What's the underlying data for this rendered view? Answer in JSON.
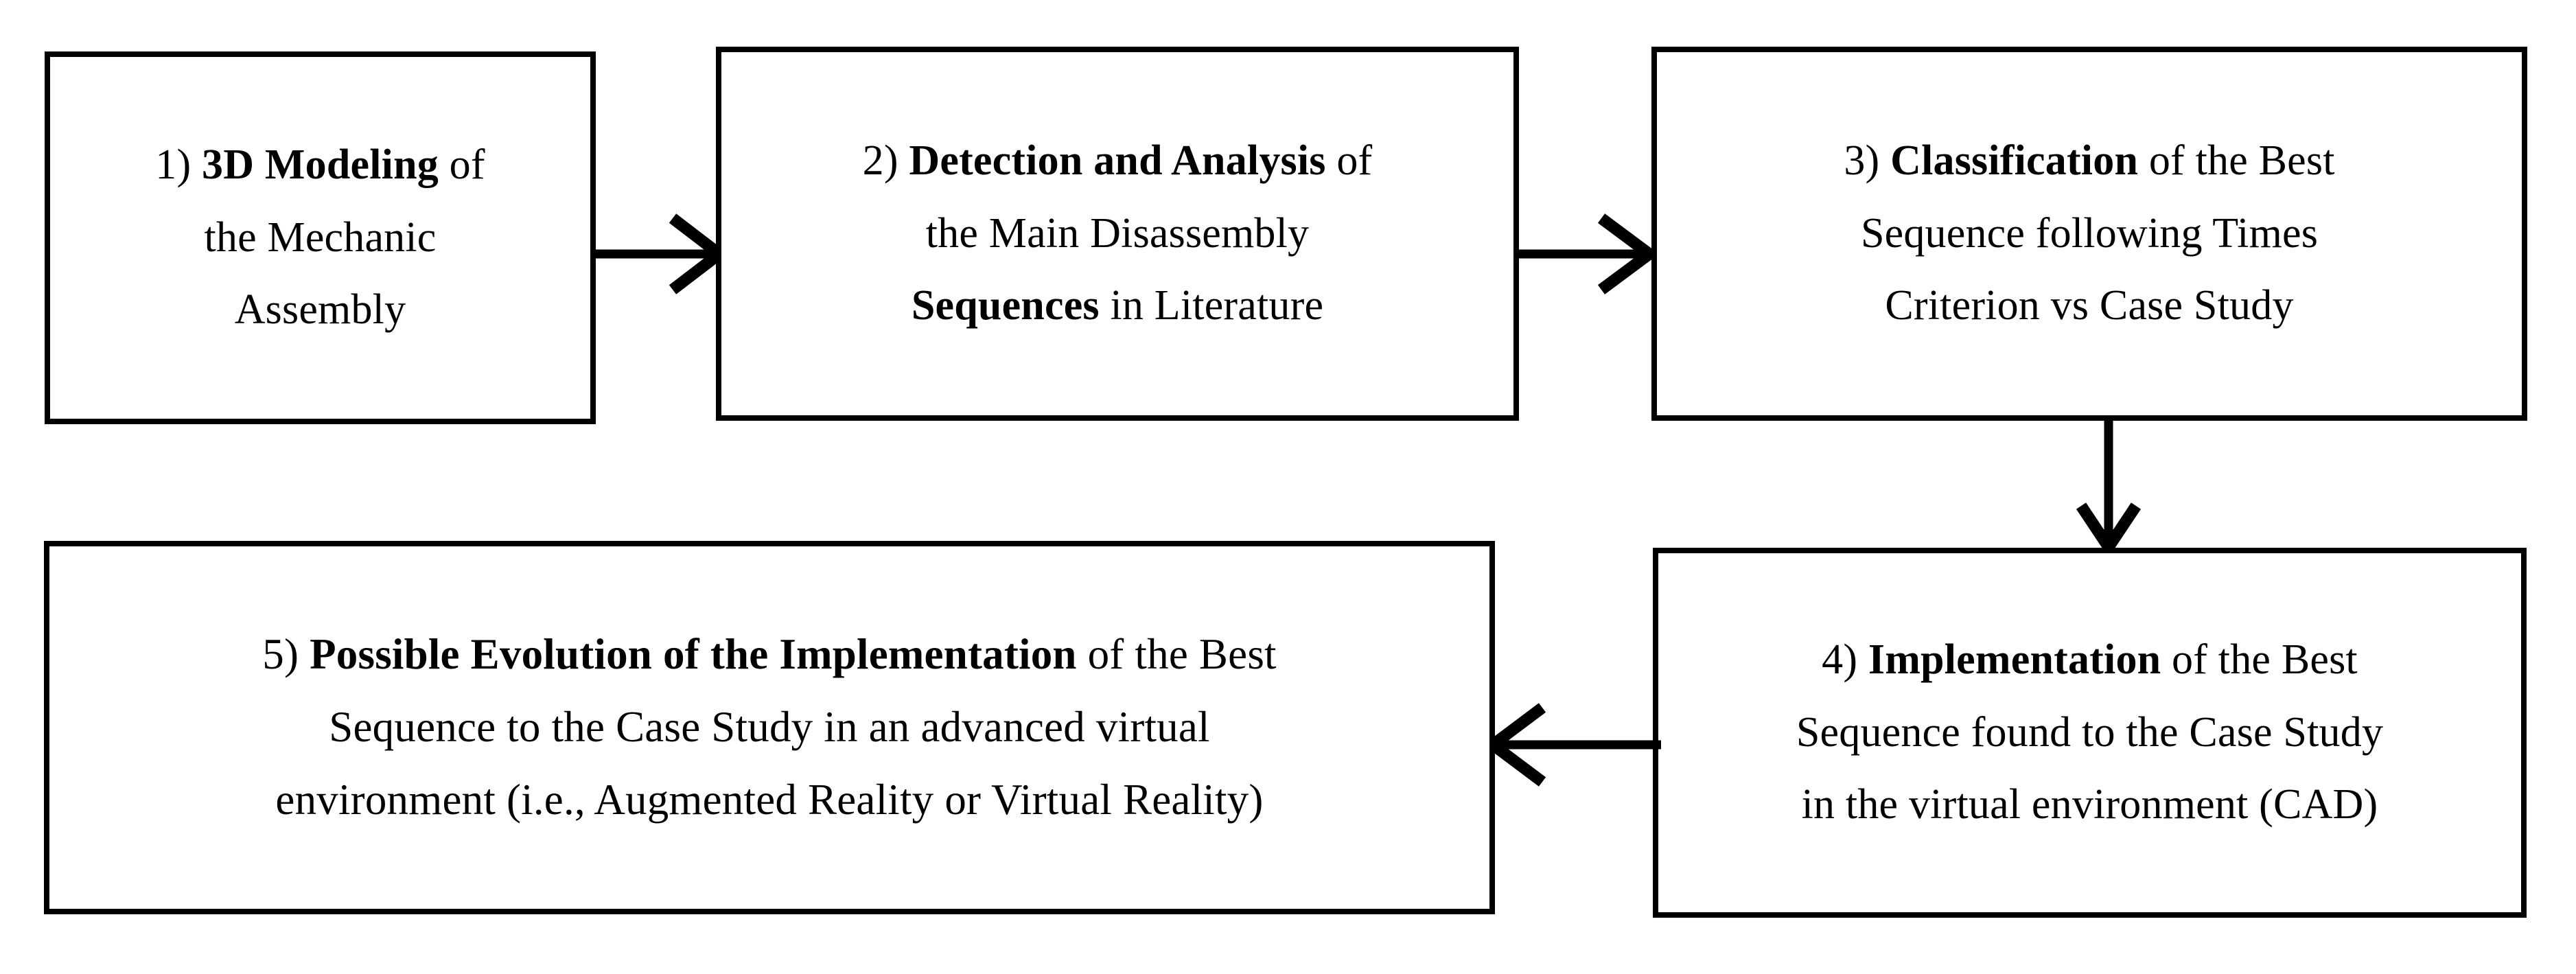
{
  "diagram": {
    "type": "flowchart",
    "orientation": "serpentine-2-rows",
    "background_color": "#ffffff",
    "stroke_color": "#000000",
    "nodes": [
      {
        "id": "node-1",
        "step_number": "1)",
        "full_text": "1) 3D Modeling of the Mechanic Assembly",
        "lines": [
          {
            "segments": [
              {
                "text": "1) ",
                "bold": false
              },
              {
                "text": "3D Modeling",
                "bold": true
              },
              {
                "text": " of",
                "bold": false
              }
            ]
          },
          {
            "segments": [
              {
                "text": "the Mechanic",
                "bold": false
              }
            ]
          },
          {
            "segments": [
              {
                "text": "Assembly",
                "bold": false
              }
            ]
          }
        ]
      },
      {
        "id": "node-2",
        "step_number": "2)",
        "full_text": "2) Detection and Analysis of the Main Disassembly Sequences in Literature",
        "lines": [
          {
            "segments": [
              {
                "text": "2) ",
                "bold": false
              },
              {
                "text": "Detection and Analysis",
                "bold": true
              },
              {
                "text": " of",
                "bold": false
              }
            ]
          },
          {
            "segments": [
              {
                "text": "the Main Disassembly",
                "bold": false
              }
            ]
          },
          {
            "segments": [
              {
                "text": "Sequences",
                "bold": true
              },
              {
                "text": " in Literature",
                "bold": false
              }
            ]
          }
        ]
      },
      {
        "id": "node-3",
        "step_number": "3)",
        "full_text": "3) Classification of the Best Sequence following Times Criterion vs Case Study",
        "lines": [
          {
            "segments": [
              {
                "text": "3) ",
                "bold": false
              },
              {
                "text": "Classification",
                "bold": true
              },
              {
                "text": " of the Best",
                "bold": false
              }
            ]
          },
          {
            "segments": [
              {
                "text": "Sequence following Times",
                "bold": false
              }
            ]
          },
          {
            "segments": [
              {
                "text": "Criterion vs Case Study",
                "bold": false
              }
            ]
          }
        ]
      },
      {
        "id": "node-4",
        "step_number": "4)",
        "full_text": "4) Implementation of the Best Sequence found to the Case Study in the virtual environment (CAD)",
        "lines": [
          {
            "segments": [
              {
                "text": "4) ",
                "bold": false
              },
              {
                "text": "Implementation",
                "bold": true
              },
              {
                "text": " of the Best",
                "bold": false
              }
            ]
          },
          {
            "segments": [
              {
                "text": "Sequence found to the Case Study",
                "bold": false
              }
            ]
          },
          {
            "segments": [
              {
                "text": "in the virtual environment (CAD)",
                "bold": false
              }
            ]
          }
        ]
      },
      {
        "id": "node-5",
        "step_number": "5)",
        "full_text": "5) Possible Evolution of the Implementation of the Best Sequence to the Case Study in an advanced virtual environment (i.e., Augmented Reality or Virtual Reality)",
        "lines": [
          {
            "segments": [
              {
                "text": "5) ",
                "bold": false
              },
              {
                "text": "Possible Evolution of the Implementation",
                "bold": true
              },
              {
                "text": " of the Best",
                "bold": false
              }
            ]
          },
          {
            "segments": [
              {
                "text": "Sequence to the Case Study in an advanced virtual",
                "bold": false
              }
            ]
          },
          {
            "segments": [
              {
                "text": "environment (i.e., Augmented Reality or Virtual Reality)",
                "bold": false
              }
            ]
          }
        ]
      }
    ],
    "edges": [
      {
        "id": "edge-1-2",
        "from": "node-1",
        "to": "node-2",
        "direction": "right",
        "label": ""
      },
      {
        "id": "edge-2-3",
        "from": "node-2",
        "to": "node-3",
        "direction": "right",
        "label": ""
      },
      {
        "id": "edge-3-4",
        "from": "node-3",
        "to": "node-4",
        "direction": "down",
        "label": ""
      },
      {
        "id": "edge-4-5",
        "from": "node-4",
        "to": "node-5",
        "direction": "left",
        "label": ""
      }
    ]
  }
}
